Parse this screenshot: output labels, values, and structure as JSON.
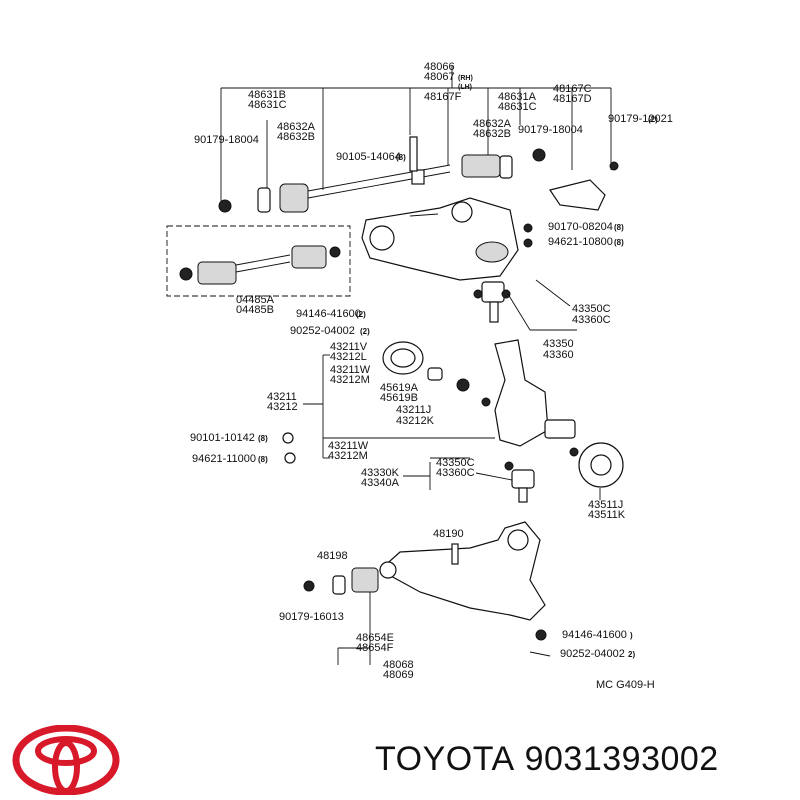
{
  "brand": {
    "name": "TOYOTA",
    "part_number": "9031393002",
    "logo_color": "#d7192a"
  },
  "diagram_code": "MC G409-H",
  "labels": {
    "p48066": "48066",
    "p48067": "48067",
    "rh": "(RH)",
    "lh": "(LH)",
    "p48631B": "48631B",
    "p48631C": "48631C",
    "p48167F": "48167F",
    "p48631A": "48631A",
    "p48631C_r": "48631C",
    "p48167C": "48167C",
    "p48167D": "48167D",
    "p90179_18004": "90179-18004",
    "p90179_18004_r": "90179-18004",
    "p90179_12021": "90179-12021",
    "q2": "(2)",
    "p48632A": "48632A",
    "p48632B": "48632B",
    "p48632A_r": "48632A",
    "p48632B_r": "48632B",
    "p90105_14064": "90105-14064",
    "q8": "(8)",
    "p90170_08204": "90170-08204",
    "q8b": "(8)",
    "p94621_10800": "94621-10800",
    "q8c": "(8)",
    "p04485A": "04485A",
    "p04485B": "04485B",
    "p94146_41600": "94146-41600",
    "q2b": "(2)",
    "p90252_04002": "90252-04002",
    "q2c": "(2)",
    "p43350C": "43350C",
    "p43360C": "43360C",
    "p43350": "43350",
    "p43360": "43360",
    "p43211V": "43211V",
    "p43212L": "43212L",
    "p43211W": "43211W",
    "p43212M": "43212M",
    "p45619A": "45619A",
    "p45619B": "45619B",
    "p43211": "43211",
    "p43212": "43212",
    "p43211J": "43211J",
    "p43212K": "43212K",
    "p90101_10142": "90101-10142",
    "q8d": "(8)",
    "p94621_11000": "94621-11000",
    "q8e": "(8)",
    "p43211W_b": "43211W",
    "p43212M_b": "43212M",
    "p43350C_b": "43350C",
    "p43360C_b": "43360C",
    "p43330K": "43330K",
    "p43340A": "43340A",
    "p43511J": "43511J",
    "p43511K": "43511K",
    "p48190": "48190",
    "p48198": "48198",
    "p90179_16013": "90179-16013",
    "p48654E": "48654E",
    "p48654F": "48654F",
    "p48068": "48068",
    "p48069": "48069",
    "p94146_41600_b": "94146-41600",
    "q1": ")",
    "p90252_04002_b": "90252-04002",
    "q2d": "2)"
  }
}
